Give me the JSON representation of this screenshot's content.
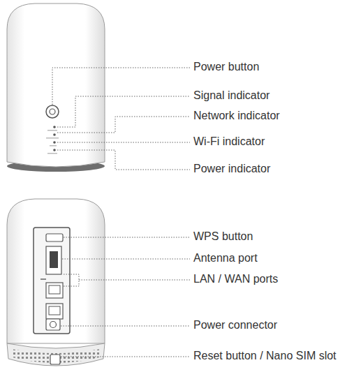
{
  "diagram": {
    "labels": [
      "Power button",
      "Signal indicator",
      "Network indicator",
      "Wi-Fi indicator",
      "Power indicator",
      "WPS button",
      "Antenna port",
      "LAN / WAN ports",
      "Power connector",
      "Reset button / Nano SIM slot"
    ]
  }
}
